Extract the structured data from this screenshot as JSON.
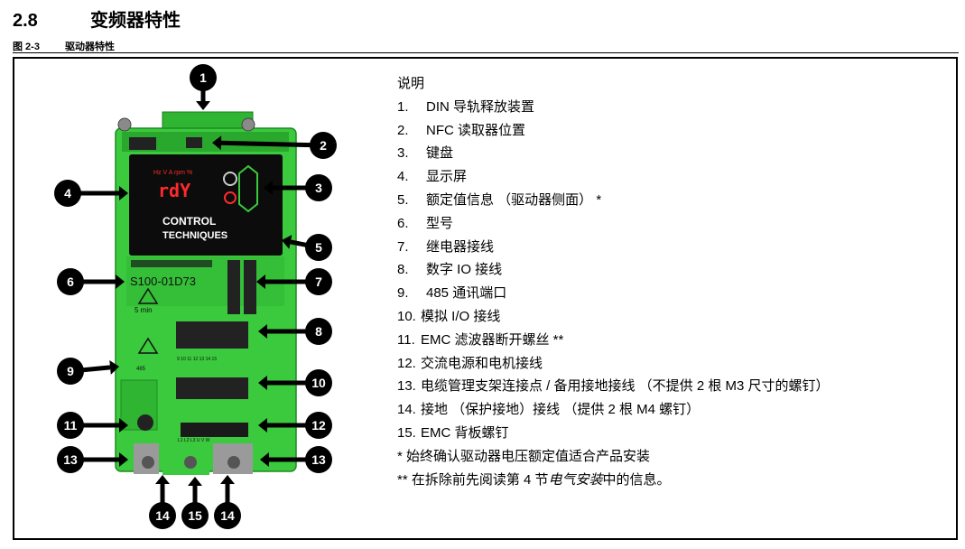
{
  "section": {
    "number": "2.8",
    "title": "变频器特性"
  },
  "figure": {
    "number": "图 2-3",
    "title": "驱动器特性"
  },
  "legend": {
    "title": "说明",
    "items": [
      {
        "n": "1.",
        "text": "DIN 导轨释放装置"
      },
      {
        "n": "2.",
        "text": "NFC 读取器位置"
      },
      {
        "n": "3.",
        "text": "键盘"
      },
      {
        "n": "4.",
        "text": "显示屏"
      },
      {
        "n": "5.",
        "text": "额定值信息 （驱动器侧面） *"
      },
      {
        "n": "6.",
        "text": "型号"
      },
      {
        "n": "7.",
        "text": "继电器接线"
      },
      {
        "n": "8.",
        "text": "数字 IO 接线"
      },
      {
        "n": "9.",
        "text": "485 通讯端口"
      },
      {
        "n": "10.",
        "text": "模拟 I/O 接线"
      },
      {
        "n": "11.",
        "text": "EMC 滤波器断开螺丝 **"
      },
      {
        "n": "12.",
        "text": "交流电源和电机接线"
      },
      {
        "n": "13.",
        "text": "电缆管理支架连接点 / 备用接地接线 （不提供 2 根 M3 尺寸的螺钉）"
      },
      {
        "n": "14.",
        "text": "接地 （保护接地）接线 （提供 2 根 M4 螺钉）"
      },
      {
        "n": "15.",
        "text": "EMC 背板螺钉"
      }
    ],
    "note1": "* 始终确认驱动器电压额定值适合产品安装",
    "note2_before": "** 在拆除前先阅读第 4 节",
    "note2_italic": "电气安装",
    "note2_after": "中的信息。"
  },
  "drive": {
    "model": "S100-01D73",
    "brand_line1": "CONTROL",
    "brand_line2": "TECHNIQUES",
    "display_text": "rdY",
    "indicators": "Hz  V  A  rpm  %",
    "warning_time": "5 min",
    "port_label": "485",
    "io_pins": "9  10  11  12  13  14  15",
    "power_pins": "L1  L2  L3   U   V   W"
  },
  "colors": {
    "drive_green": "#38c83a",
    "dark_green": "#1f8a22",
    "callout": "#000000",
    "display_red": "#ff2a2a"
  }
}
